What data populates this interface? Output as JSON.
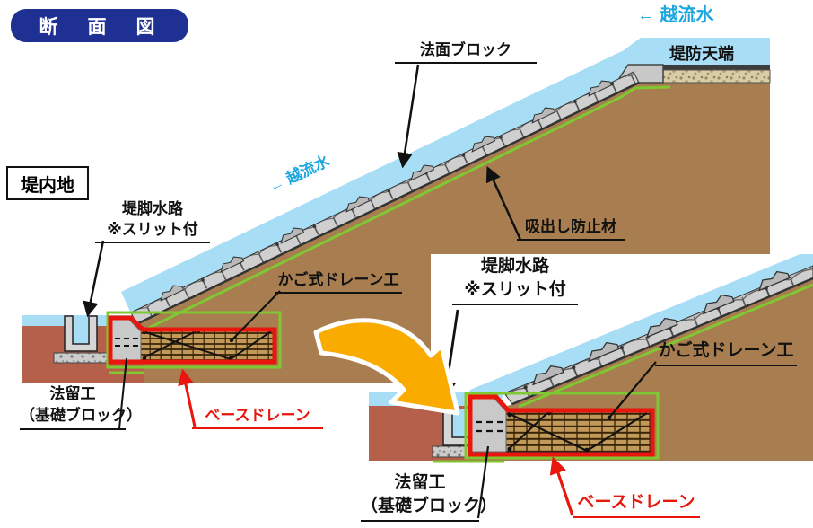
{
  "title": "断　面　図",
  "colors": {
    "title_bg": "#1e3091",
    "water": "#a8def5",
    "overflow_text": "#1ca6e0",
    "embankment_earth": "#a87e50",
    "land_ground": "#b4604a",
    "filter_green": "#7fc832",
    "drain_red": "#e8160c",
    "zoom_arrow_yellow": "#f9ab00",
    "block_gray": "#c2c2c2",
    "gravel": "#d9cda8",
    "mesh_brown": "#c19a5a"
  },
  "main": {
    "overflow_top": "← 越流水",
    "crown": "堤防天端",
    "slope_block": "法面ブロック",
    "overflow_slope": "← 越流水",
    "suction_prevention": "吸出し防止材",
    "land_side": "堤内地",
    "toe_channel": {
      "line1": "堤脚水路",
      "line2": "※スリット付"
    },
    "gabion_drain": "かご式ドレーン工",
    "toe_block": {
      "line1": "法留工",
      "line2": "（基礎ブロック）"
    },
    "base_drain": "ベースドレーン"
  },
  "inset": {
    "toe_channel": {
      "line1": "堤脚水路",
      "line2": "※スリット付"
    },
    "gabion_drain": "かご式ドレーン工",
    "toe_block": {
      "line1": "法留工",
      "line2": "（基礎ブロック）"
    },
    "base_drain": "ベースドレーン"
  }
}
